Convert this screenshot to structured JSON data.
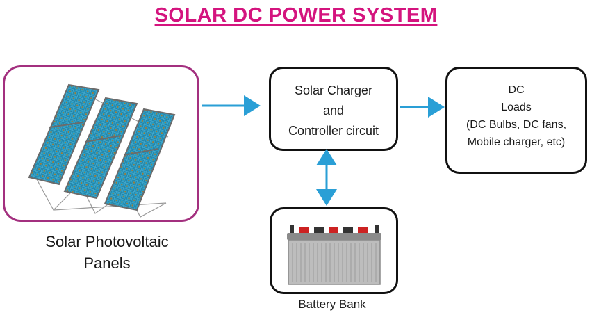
{
  "title": "SOLAR DC POWER SYSTEM",
  "colors": {
    "title": "#d4147e",
    "panel_frame": "#a3307f",
    "arrow": "#2a9fd6",
    "cell": "#2b9fc6",
    "battery": "#b9b9b9"
  },
  "panels": {
    "caption_line1": "Solar Photovoltaic",
    "caption_line2": "Panels",
    "icon": "solar-panel-array-icon"
  },
  "controller": {
    "line1": "Solar Charger",
    "line2": "and",
    "line3": "Controller circuit"
  },
  "loads": {
    "line1": "DC",
    "line2": "Loads",
    "line3": "(DC Bulbs, DC fans,",
    "line4": "Mobile charger, etc)"
  },
  "battery": {
    "caption": "Battery Bank",
    "icon": "battery-icon"
  }
}
